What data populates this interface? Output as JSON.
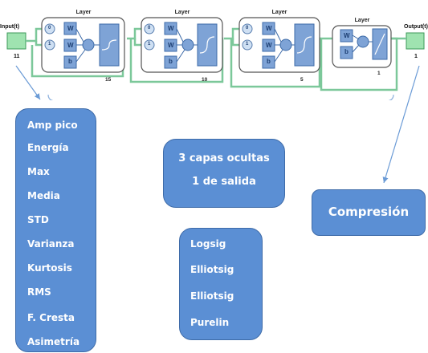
{
  "network": {
    "input": {
      "label": "Input(t)",
      "count": "11"
    },
    "output": {
      "label": "Output(t)",
      "count": "1"
    },
    "layers": [
      {
        "title": "Layer",
        "size": "15",
        "tap0": "0",
        "tap1": "1",
        "w": "W",
        "b": "b"
      },
      {
        "title": "Layer",
        "size": "10",
        "tap0": "0",
        "tap1": "1",
        "w": "W",
        "b": "b"
      },
      {
        "title": "Layer",
        "size": "5",
        "tap0": "0",
        "tap1": "1",
        "w": "W",
        "b": "b"
      },
      {
        "title": "Layer",
        "size": "1",
        "w": "W",
        "b": "b"
      }
    ]
  },
  "features": {
    "items": [
      "Amp pico",
      "Energía",
      "Max",
      "Media",
      "STD",
      "Varianza",
      "Kurtosis",
      "RMS",
      "F. Cresta",
      "Asimetría"
    ]
  },
  "hidden_info": {
    "line1": "3 capas ocultas",
    "line2": "1 de salida"
  },
  "activations": {
    "items": [
      "Logsig",
      "Elliotsig",
      "Elliotsig",
      "Purelin"
    ]
  },
  "compression": {
    "label": "Compresión"
  },
  "colors": {
    "box_fill": "#5b8fd4",
    "box_border": "#3e6ba8",
    "wire": "#7cc89a",
    "block": "#7ea3d6",
    "arrow": "#6b9bd6"
  }
}
